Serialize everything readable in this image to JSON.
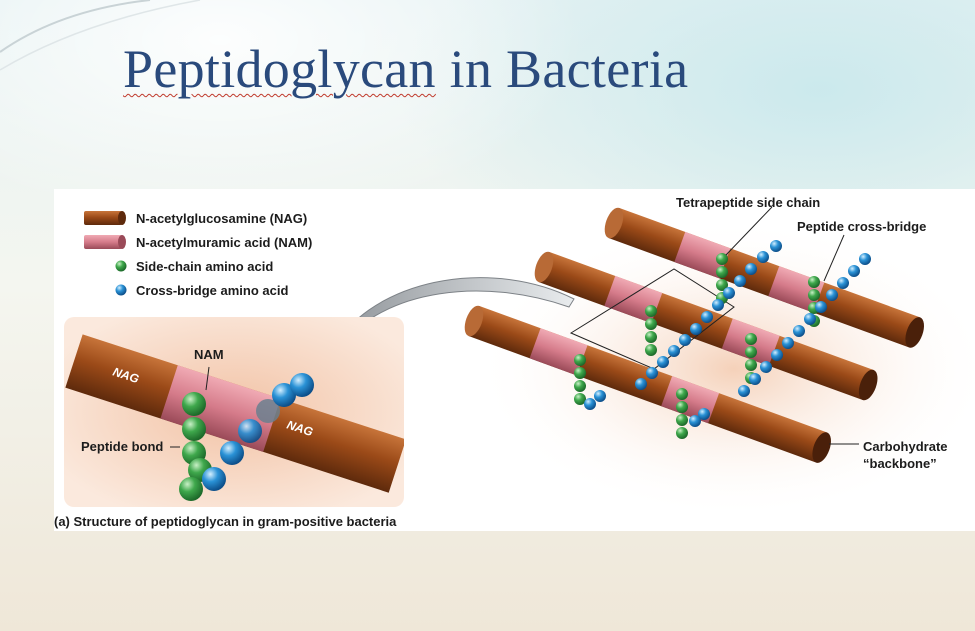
{
  "slide": {
    "title_word1": "Peptidoglycan",
    "title_rest": " in Bacteria"
  },
  "legend": {
    "items": [
      {
        "label": "N-acetylglucosamine (NAG)",
        "symbol": "nag-cylinder",
        "color": "#a0521c"
      },
      {
        "label": "N-acetylmuramic acid (NAM)",
        "symbol": "nam-cylinder",
        "color": "#d87f8d"
      },
      {
        "label": "Side-chain amino acid",
        "symbol": "green-bead",
        "color": "#3aa24a"
      },
      {
        "label": "Cross-bridge amino acid",
        "symbol": "blue-bead",
        "color": "#2a8fd0"
      }
    ]
  },
  "diagram": {
    "detail_labels": {
      "nam": "NAM",
      "nag_left": "NAG",
      "nag_right": "NAG",
      "peptide_bond": "Peptide bond"
    },
    "callouts": {
      "tetrapeptide": "Tetrapeptide side chain",
      "cross_bridge": "Peptide cross-bridge",
      "backbone_line1": "Carbohydrate",
      "backbone_line2": "“backbone”"
    },
    "caption_part": "(a)",
    "caption_text": " Structure of peptidoglycan in gram-positive bacteria"
  }
}
